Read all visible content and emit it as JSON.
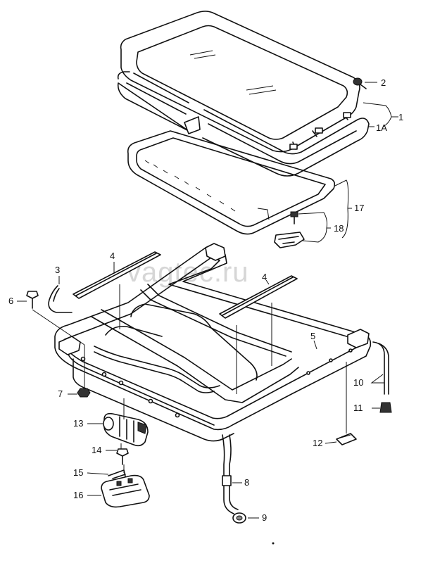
{
  "watermark": "vagtec.ru",
  "callouts": [
    {
      "id": "c1",
      "label": "1"
    },
    {
      "id": "c1a",
      "label": "1A"
    },
    {
      "id": "c2",
      "label": "2"
    },
    {
      "id": "c3",
      "label": "3"
    },
    {
      "id": "c4a",
      "label": "4"
    },
    {
      "id": "c4b",
      "label": "4"
    },
    {
      "id": "c5",
      "label": "5"
    },
    {
      "id": "c6",
      "label": "6"
    },
    {
      "id": "c7",
      "label": "7"
    },
    {
      "id": "c8",
      "label": "8"
    },
    {
      "id": "c9",
      "label": "9"
    },
    {
      "id": "c10",
      "label": "10"
    },
    {
      "id": "c11",
      "label": "11"
    },
    {
      "id": "c12",
      "label": "12"
    },
    {
      "id": "c13",
      "label": "13"
    },
    {
      "id": "c14",
      "label": "14"
    },
    {
      "id": "c15",
      "label": "15"
    },
    {
      "id": "c16",
      "label": "16"
    },
    {
      "id": "c17",
      "label": "17"
    },
    {
      "id": "c18",
      "label": "18"
    }
  ]
}
